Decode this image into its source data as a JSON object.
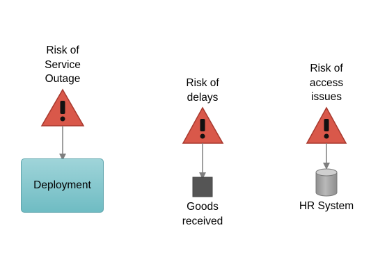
{
  "risks": [
    {
      "label": "Risk of\nService\nOutage",
      "icon": "warning-triangle-icon"
    },
    {
      "label": "Risk of\ndelays",
      "icon": "warning-triangle-icon"
    },
    {
      "label": "Risk of\naccess\nissues",
      "icon": "warning-triangle-icon"
    }
  ],
  "nodes": {
    "deployment": {
      "label": "Deployment"
    },
    "goods_received": {
      "label": "Goods\nreceived"
    },
    "hr_system": {
      "label": "HR System"
    }
  },
  "colors": {
    "warning_fill": "#d9584a",
    "warning_stroke": "#a8392e",
    "connector": "#808080",
    "deployment_fill": "#86c7cd",
    "goods_fill": "#555555",
    "database_fill": "#a8a8a8"
  }
}
